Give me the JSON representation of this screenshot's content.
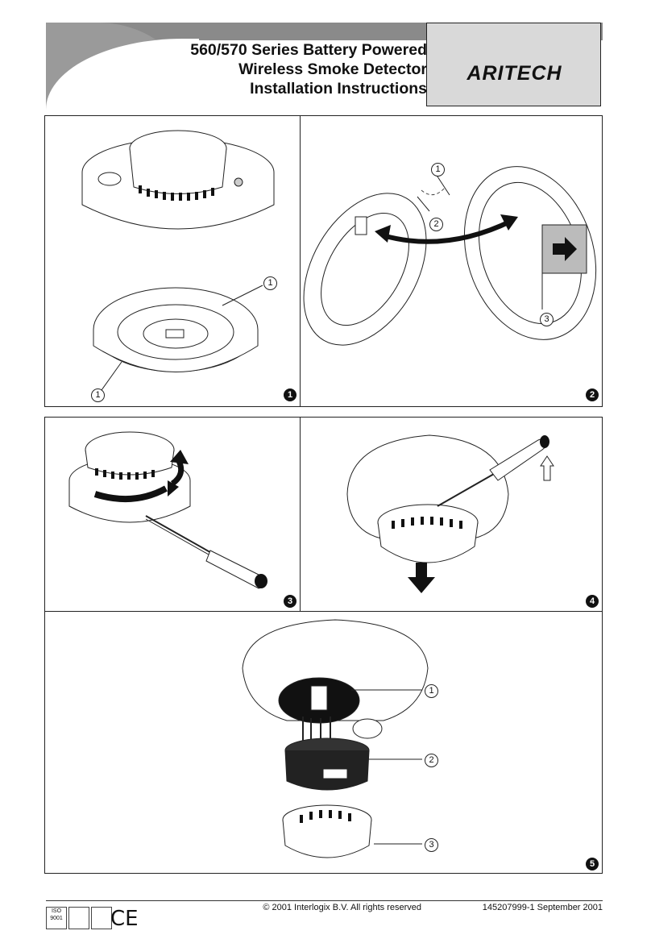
{
  "header": {
    "title_lines": [
      "560/570 Series Battery Powered",
      "Wireless Smoke Detector",
      "Installation Instructions"
    ],
    "brand": "ARITECH"
  },
  "steps": [
    {
      "number": "1",
      "callouts": [
        "1",
        "1"
      ]
    },
    {
      "number": "2",
      "callouts": [
        "1",
        "2",
        "3"
      ]
    },
    {
      "number": "3",
      "callouts": []
    },
    {
      "number": "4",
      "callouts": []
    },
    {
      "number": "5",
      "callouts": [
        "1",
        "2",
        "3"
      ]
    }
  ],
  "footer": {
    "copyright": "© 2001 Interlogix B.V. All rights reserved",
    "doc_ref": "145207999-1 September 2001",
    "cert_iso": "ISO 9001",
    "ce_mark": "CE"
  },
  "colors": {
    "header_grey": "#8a8a8a",
    "brand_box": "#d9d9d9",
    "line": "#222222"
  }
}
